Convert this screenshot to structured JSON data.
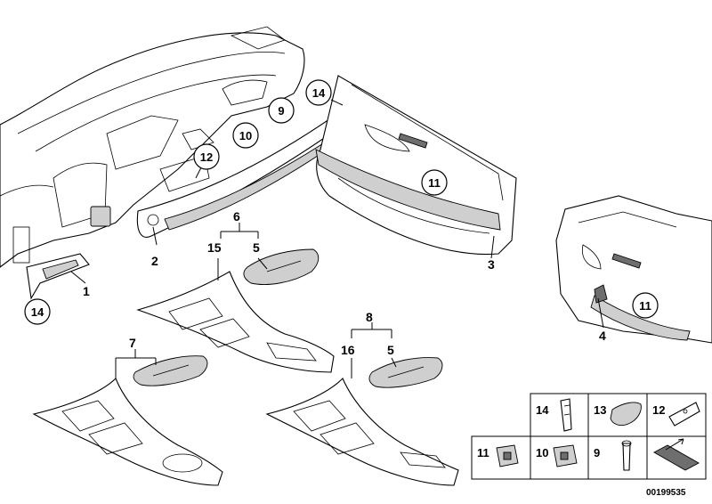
{
  "diagram": {
    "parts": [
      {
        "id": "dashboard",
        "label": ""
      },
      {
        "id": "part-1",
        "label": "1"
      },
      {
        "id": "part-2",
        "label": "2"
      },
      {
        "id": "part-3",
        "label": "3"
      },
      {
        "id": "part-4",
        "label": "4"
      },
      {
        "id": "part-5a",
        "label": "5"
      },
      {
        "id": "part-5b",
        "label": "5"
      },
      {
        "id": "part-6",
        "label": "6"
      },
      {
        "id": "part-7",
        "label": "7"
      },
      {
        "id": "part-8",
        "label": "8"
      },
      {
        "id": "part-15",
        "label": "15"
      },
      {
        "id": "part-16",
        "label": "16"
      }
    ],
    "callouts": [
      "14",
      "9",
      "10",
      "12",
      "11",
      "14",
      "11"
    ],
    "reference_table": [
      {
        "num": "14",
        "icon": "clip-bracket-icon"
      },
      {
        "num": "13",
        "icon": "pad-icon"
      },
      {
        "num": "12",
        "icon": "bracket-plate-icon"
      },
      {
        "num": "11",
        "icon": "clip-nut-icon"
      },
      {
        "num": "10",
        "icon": "clip-nut-icon"
      },
      {
        "num": "9",
        "icon": "push-pin-icon"
      },
      {
        "num": "",
        "icon": "trim-strip-icon"
      }
    ],
    "image_number": "00199535"
  }
}
